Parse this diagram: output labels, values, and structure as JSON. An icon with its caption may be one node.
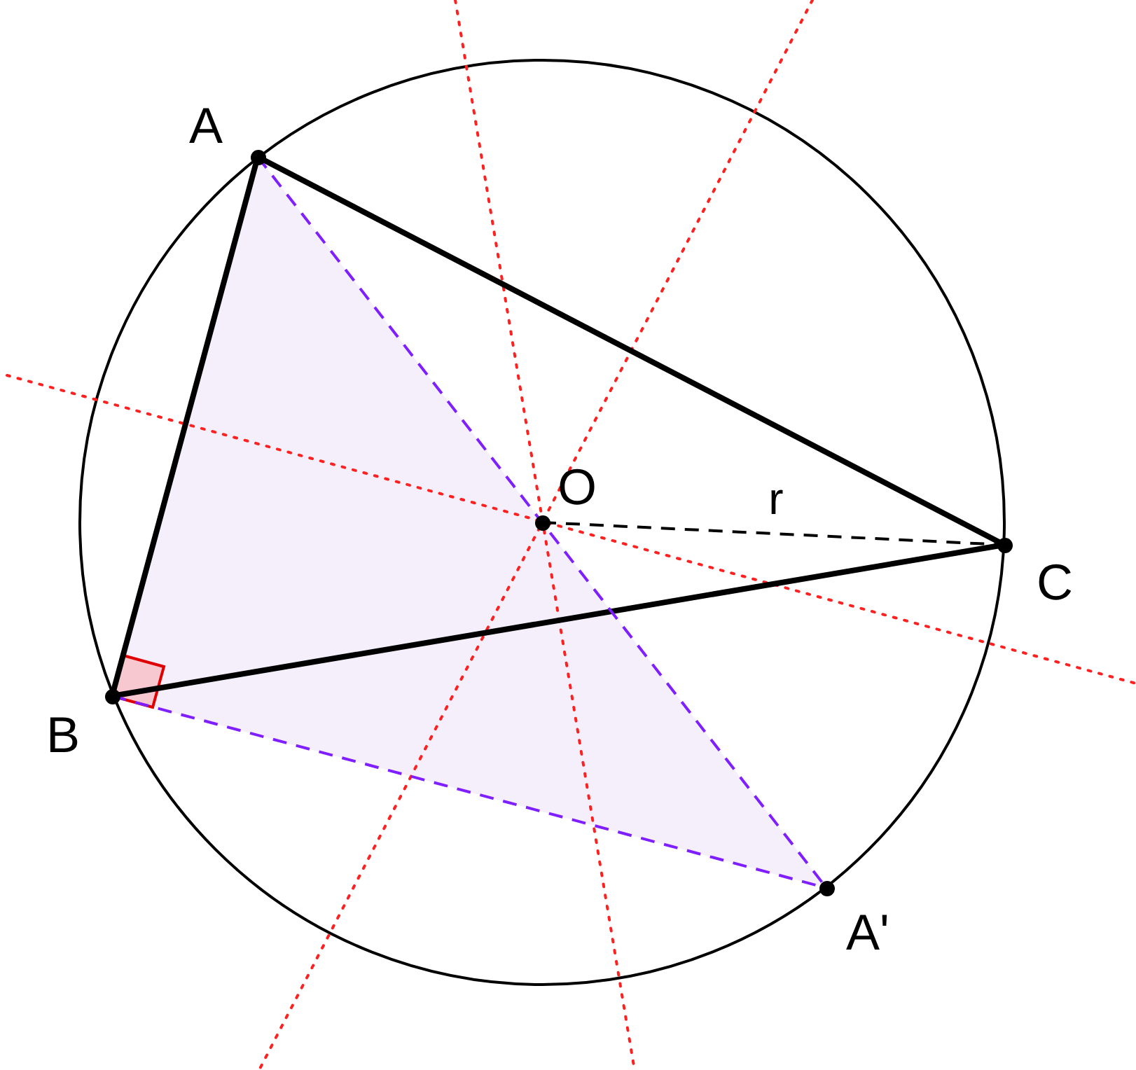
{
  "diagram": {
    "nodes": [
      {
        "text": [
          "A"
        ]
      },
      {
        "text": [
          "B"
        ]
      },
      {
        "text": [
          "C"
        ]
      },
      {
        "text": [
          "O"
        ]
      },
      {
        "text": [
          "A'"
        ]
      }
    ],
    "edges": [
      {
        "from": 0,
        "to": 1,
        "arrow": "none",
        "style": "thick"
      },
      {
        "from": 1,
        "to": 2,
        "arrow": "none",
        "style": "thick"
      },
      {
        "from": 2,
        "to": 0,
        "arrow": "none",
        "style": "thick"
      },
      {
        "from": 3,
        "to": 2,
        "arrow": "none",
        "style": "dashed",
        "label": "r"
      },
      {
        "from": 0,
        "to": 4,
        "arrow": "none",
        "style": "dashed",
        "color": "#7f1fff"
      },
      {
        "from": 1,
        "to": 4,
        "arrow": "none",
        "style": "dashed",
        "color": "#7f1fff"
      }
    ]
  }
}
